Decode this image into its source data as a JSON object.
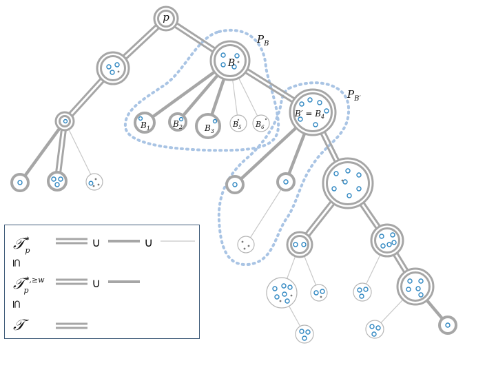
{
  "labels": {
    "root": "p",
    "path_b": "P",
    "path_b_sub": "B",
    "path_bp": "P",
    "path_bp_sub": "B′",
    "node_b": "B",
    "node_bp": "B′ = B",
    "node_bp_sub": "4",
    "b1": "B",
    "b1_sub": "1",
    "b2": "B",
    "b2_sub": "2",
    "b3": "B",
    "b3_sub": "3",
    "b5": "B",
    "b5_sub": "5",
    "b6": "B",
    "b6_sub": "6"
  },
  "legend": {
    "row1_label": "𝒯",
    "row1_sup": "*",
    "row1_sub": "p",
    "union1": "∪",
    "union2": "∪",
    "subset1": "⊆",
    "row2_label": "𝒯",
    "row2_sup": "*,≥w",
    "row2_sub": "p",
    "union3": "∪",
    "subset2": "⊆",
    "row3_label": "𝒯"
  },
  "colors": {
    "edge": "#a6a6a6",
    "thin_edge": "#c8c8c8",
    "dot_blue": "#2e86c1",
    "dot_gray": "#777777",
    "dashed_region": "#a9c4e4",
    "legend_border": "#3d5a78"
  }
}
